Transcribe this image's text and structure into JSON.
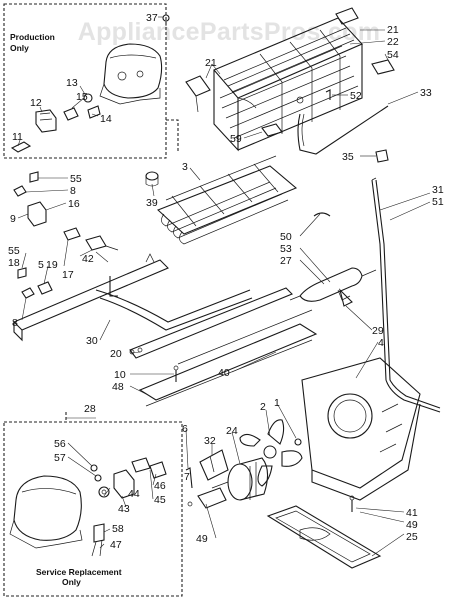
{
  "watermark": "AppliancePartsPros.com",
  "boxes": {
    "production_line1": "Production",
    "production_line2": "Only",
    "service_line1": "Service Replacement",
    "service_line2": "Only"
  },
  "part_numbers": {
    "p37": "37",
    "p21a": "21",
    "p22": "22",
    "p54": "54",
    "p21b": "21",
    "p52": "52",
    "p33": "33",
    "p59": "59",
    "p35": "35",
    "p3": "3",
    "p39": "39",
    "p13": "13",
    "p15": "15",
    "p12": "12",
    "p14": "14",
    "p11": "11",
    "p55a": "55",
    "p8a": "8",
    "p16": "16",
    "p9": "9",
    "p31": "31",
    "p51": "51",
    "p50": "50",
    "p53": "53",
    "p27": "27",
    "p55b": "55",
    "p18": "18",
    "p5": "5",
    "p19": "19",
    "p17": "17",
    "p42": "42",
    "p8b": "8",
    "p29": "29",
    "p4": "4",
    "p30": "30",
    "p20": "20",
    "p10": "10",
    "p48": "48",
    "p40": "40",
    "p28": "28",
    "p2": "2",
    "p1": "1",
    "p32": "32",
    "p24": "24",
    "p56": "56",
    "p57": "57",
    "p6": "6",
    "p46": "46",
    "p44": "44",
    "p43": "43",
    "p45": "45",
    "p7": "7",
    "p58": "58",
    "p47": "47",
    "p49a": "49",
    "p41": "41",
    "p49b": "49",
    "p25": "25"
  }
}
